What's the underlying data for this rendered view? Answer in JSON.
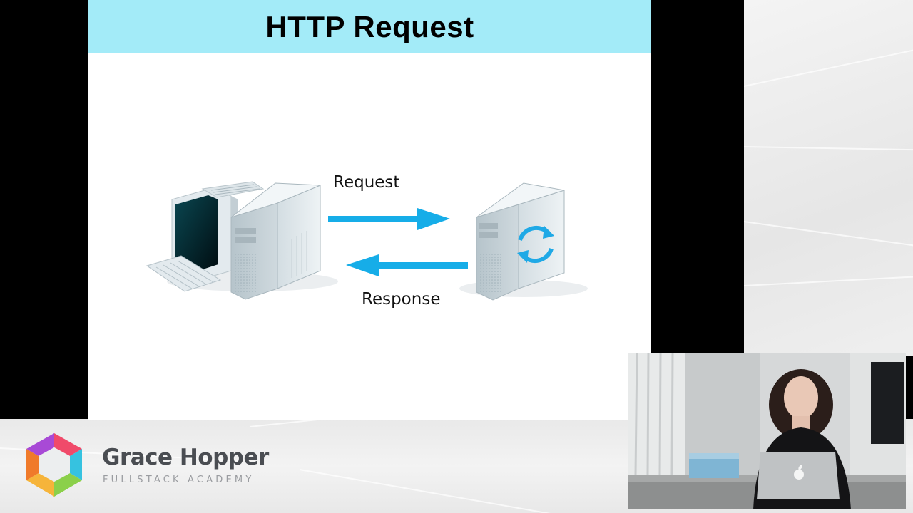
{
  "slide": {
    "title": "HTTP Request"
  },
  "diagram": {
    "request_label": "Request",
    "response_label": "Response",
    "client_icon": "desktop-computer-icon",
    "server_icon": "server-tower-icon",
    "sync_icon": "sync-arrows-icon",
    "arrow_color": "#16ade8",
    "header_color": "#a3ebf8"
  },
  "branding": {
    "name": "Grace Hopper",
    "subtitle": "FULLSTACK ACADEMY",
    "logo_icon": "hexagon-logo-icon"
  },
  "video": {
    "presenter_icon": "presenter-webcam",
    "laptop_logo": "apple-logo-icon"
  }
}
